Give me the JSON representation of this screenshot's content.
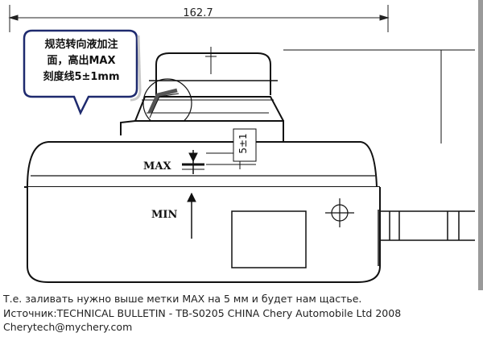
{
  "diagram": {
    "dimension_width": "162.7",
    "callout": {
      "line1": "规范转向液加注",
      "line2": "面，高出MAX",
      "line3": "刻度线5±1mm"
    },
    "max_label": "MAX",
    "min_label": "MIN",
    "tolerance_label": "5±1"
  },
  "caption": {
    "line1": "Т.е. заливать нужно выше метки MAX на 5 мм и будет нам щастье.",
    "line2": "Источник:TECHNICAL BULLETIN - TB-S0205 CHINA Chery Automobile Ltd 2008",
    "line3": "Cherytech@mychery.com"
  }
}
